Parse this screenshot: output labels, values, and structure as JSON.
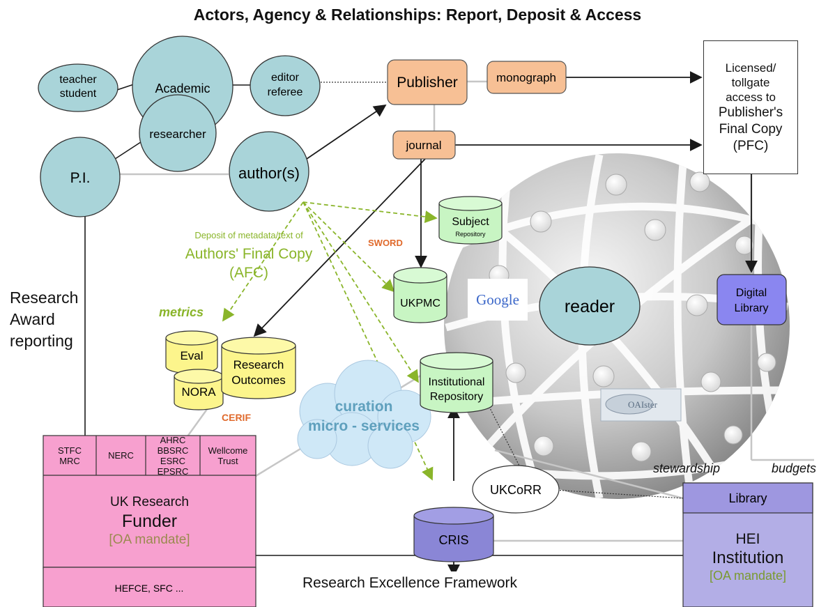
{
  "title": "Actors, Agency & Relationships: Report, Deposit & Access",
  "actors": {
    "teacher_student": [
      "teacher",
      "student"
    ],
    "academic": "Academic",
    "editor_referee": [
      "editor",
      "referee"
    ],
    "researcher": "researcher",
    "pi": "P.I.",
    "authors": "author(s)",
    "reader": "reader"
  },
  "publishing": {
    "publisher": "Publisher",
    "monograph": "monograph",
    "journal": "journal",
    "pfc_lines": [
      "Licensed/",
      "tollgate",
      "access to"
    ],
    "pfc_big_lines": [
      "Publisher's",
      "Final Copy",
      "(PFC)"
    ]
  },
  "repositories": {
    "subject": [
      "Subject",
      "Repository"
    ],
    "ukpmc": "UKPMC",
    "institutional": [
      "Institutional",
      "Repository"
    ],
    "cris": "CRIS",
    "eval": "Eval",
    "nora": "NORA",
    "research_outcomes": [
      "Research",
      "Outcomes"
    ],
    "digital_library": [
      "Digital",
      "Library"
    ]
  },
  "labels": {
    "deposit_small": "Deposit of metadata/text of",
    "afc_line1": "Authors' Final Copy",
    "afc_line2": "(AFC)",
    "sword": "SWORD",
    "metrics": "metrics",
    "cerif": "CERIF",
    "curation_line1": "curation",
    "curation_line2": "micro - services",
    "research_award": [
      "Research",
      "Award",
      "reporting"
    ],
    "ukcorr": "UKCoRR",
    "stewardship": "stewardship",
    "budgets": "budgets",
    "ref": "Research Excellence Framework",
    "google": "Google",
    "oaister": "OAIster"
  },
  "funder": {
    "councils": [
      [
        "STFC",
        "MRC"
      ],
      [
        "NERC"
      ],
      [
        "AHRC",
        "BBSRC",
        "ESRC",
        "EPSRC"
      ],
      [
        "Wellcome",
        "Trust"
      ]
    ],
    "line1": "UK Research",
    "line2": "Funder",
    "mandate": "[OA mandate]",
    "hefce": "HEFCE, SFC ..."
  },
  "institution": {
    "library": "Library",
    "line1": "HEI",
    "line2": "Institution",
    "mandate": "[OA mandate]"
  },
  "colors": {
    "actor_fill": "#a9d4d9",
    "publisher_fill": "#f7c095",
    "repo_green": "#c8f5c3",
    "eval_yellow": "#fcf58c",
    "funder_pink": "#f7a0cf",
    "institution_purple": "#b3aee6",
    "cris_purple": "#8a86d6",
    "deposit_green": "#8ab52a",
    "label_orange": "#e06a2c"
  }
}
